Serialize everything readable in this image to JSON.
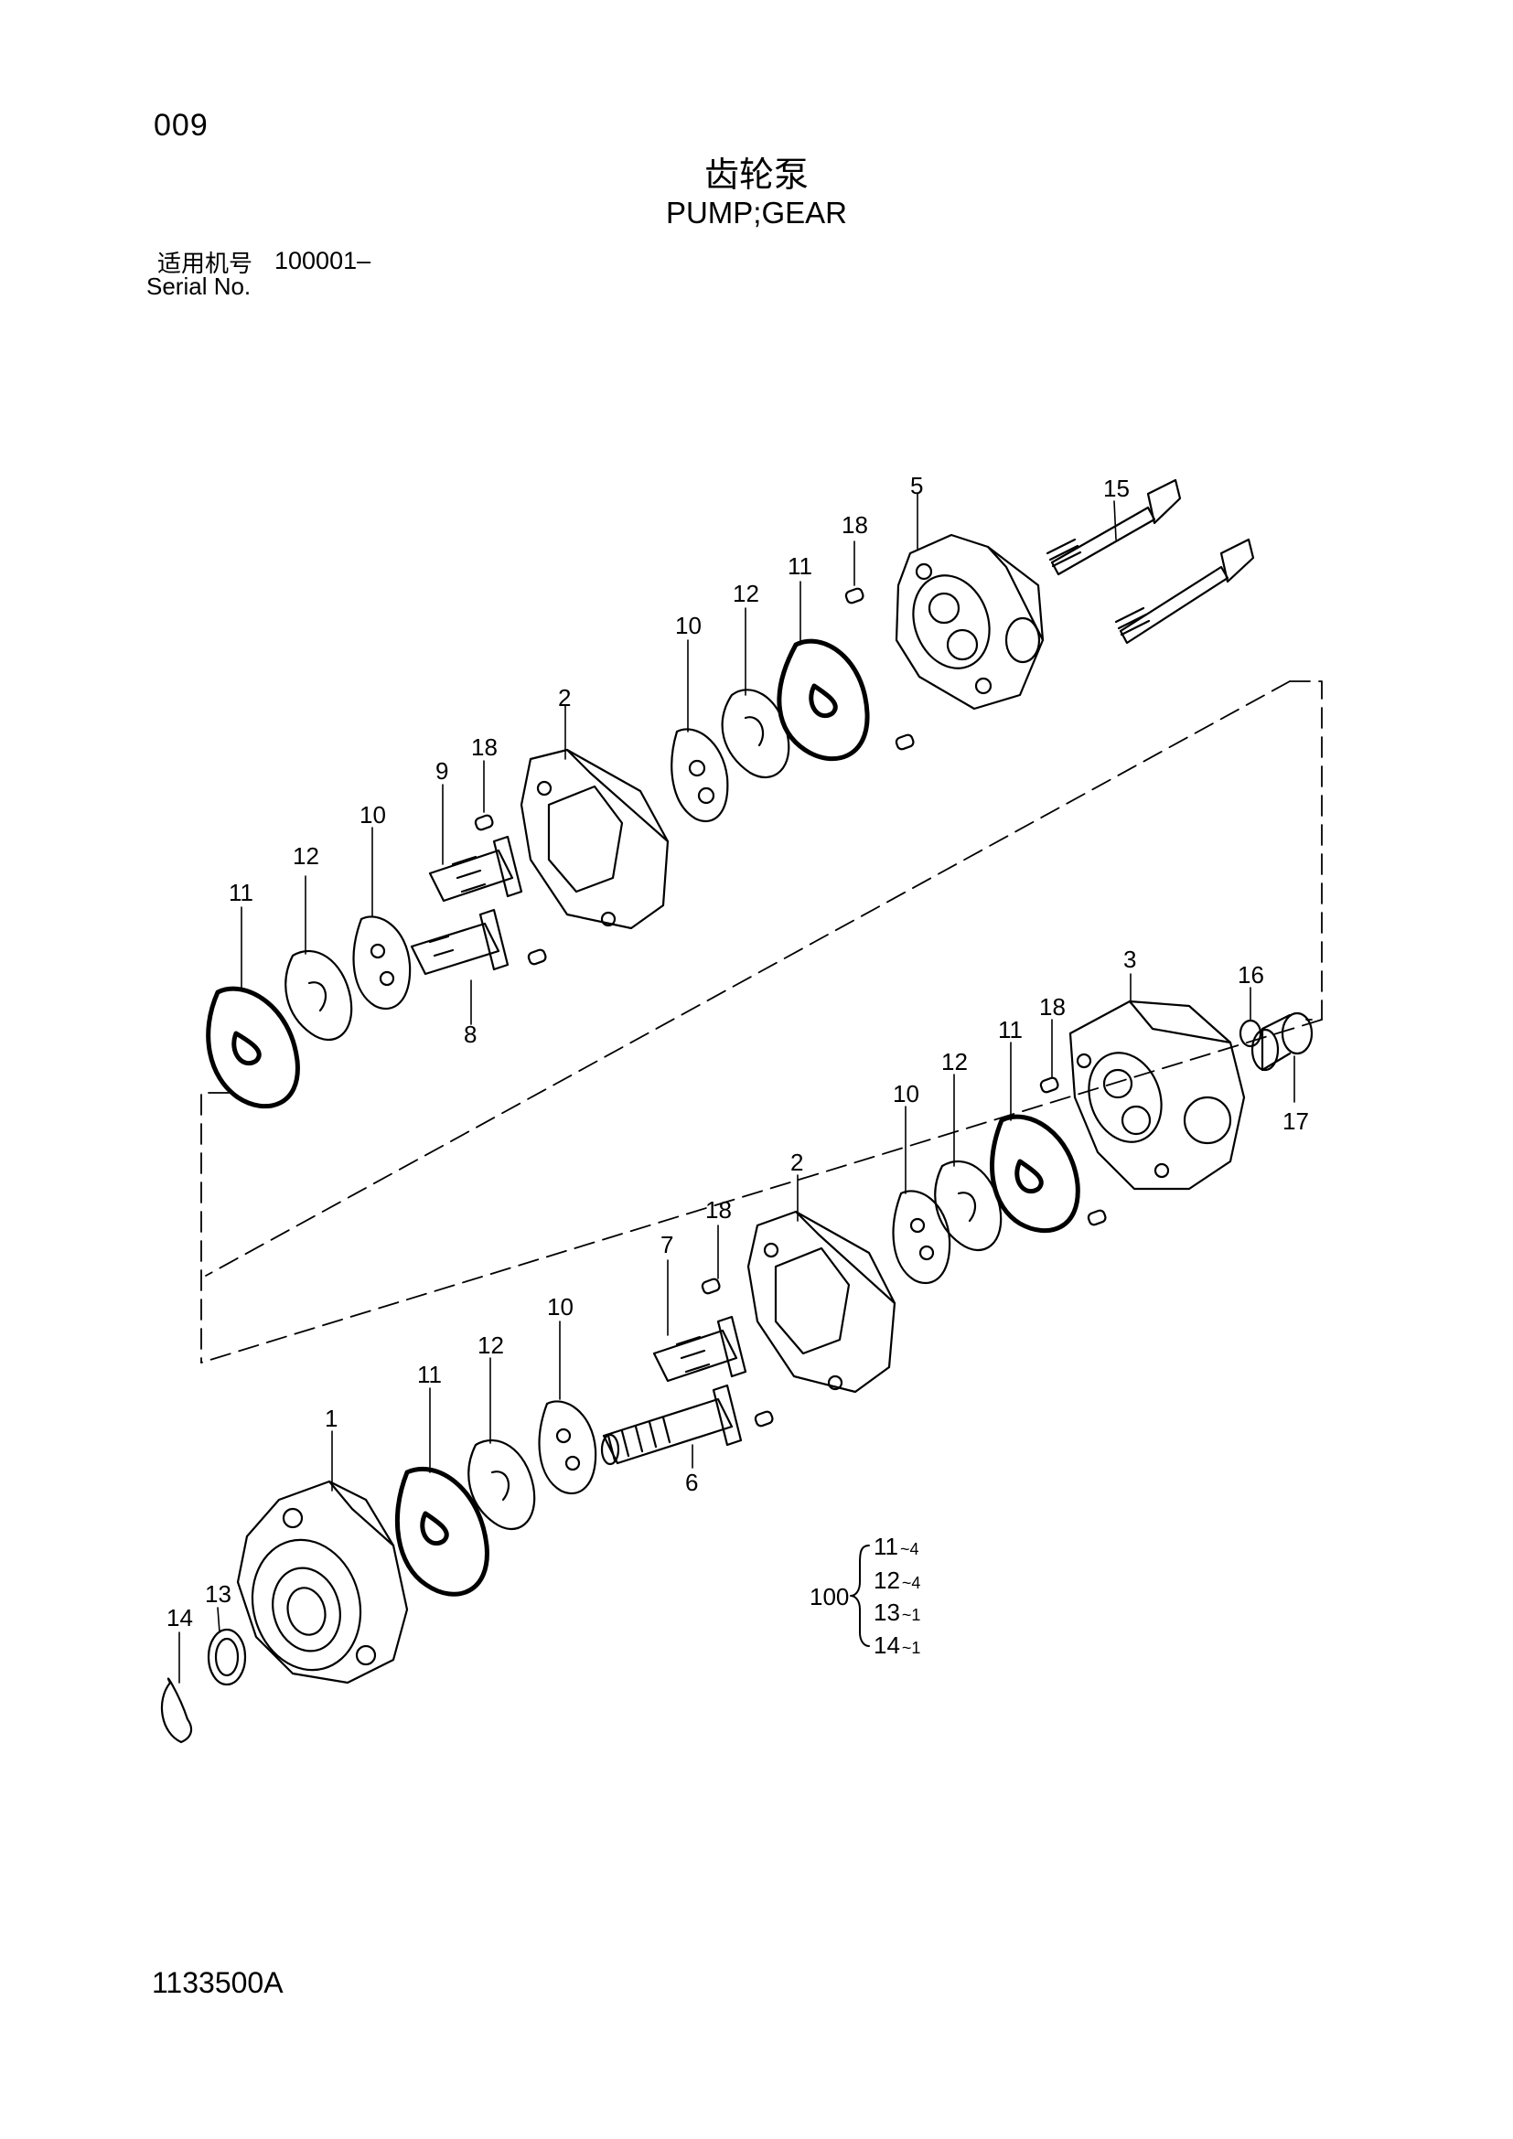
{
  "header": {
    "page_number": "009",
    "title_cn": "齿轮泵",
    "title_en": "PUMP;GEAR",
    "serial_label_cn": "适用机号",
    "serial_value": "100001–",
    "serial_label_en": "Serial No."
  },
  "labels": {
    "p1": "1",
    "p2a": "2",
    "p2b": "2",
    "p3": "3",
    "p5": "5",
    "p6": "6",
    "p7": "7",
    "p8": "8",
    "p9": "9",
    "p10a": "10",
    "p10b": "10",
    "p10c": "10",
    "p10d": "10",
    "p11a": "11",
    "p11b": "11",
    "p11c": "11",
    "p11d": "11",
    "p12a": "12",
    "p12b": "12",
    "p12c": "12",
    "p12d": "12",
    "p13": "13",
    "p14": "14",
    "p15": "15",
    "p16": "16",
    "p17": "17",
    "p18a": "18",
    "p18b": "18",
    "p18c": "18",
    "p18d": "18"
  },
  "kit": {
    "number": "100",
    "items": [
      {
        "part": "11",
        "qty": "~4"
      },
      {
        "part": "12",
        "qty": "~4"
      },
      {
        "part": "13",
        "qty": "~1"
      },
      {
        "part": "14",
        "qty": "~1"
      }
    ]
  },
  "footer": {
    "doc_code": "1133500A"
  }
}
